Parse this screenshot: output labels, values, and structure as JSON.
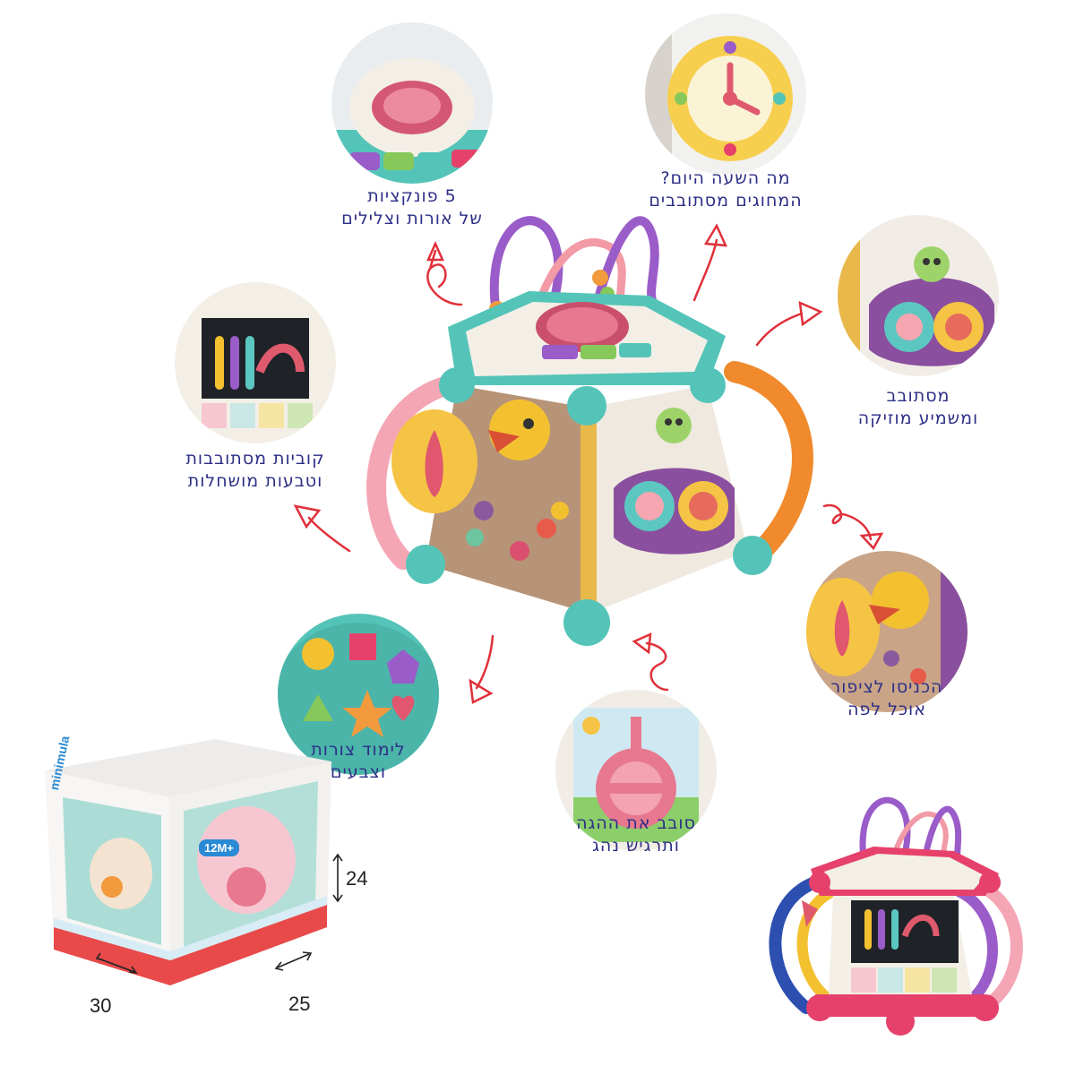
{
  "features": [
    {
      "id": "lights",
      "lines": [
        "5 פונקציות",
        "של אורות וצלילים"
      ]
    },
    {
      "id": "clock",
      "lines": [
        "מה השעה היום?",
        "המחוגים מסתובבים"
      ]
    },
    {
      "id": "beads",
      "lines": [
        "קוביות מסתובבות",
        "וטבעות מושחלות"
      ]
    },
    {
      "id": "music",
      "lines": [
        "מסתובב",
        "ומשמיע מוזיקה"
      ]
    },
    {
      "id": "bird",
      "lines": [
        "הכניסו לציפור",
        "אוכל לפה"
      ]
    },
    {
      "id": "wheel",
      "lines": [
        "סובב את ההגה",
        "ותרגיש נהג"
      ]
    },
    {
      "id": "shapes",
      "lines": [
        "לימוד צורות",
        "וצבעים"
      ]
    }
  ],
  "package": {
    "brand": "minimula",
    "age_badge": "12M+",
    "dimensions": {
      "height": "24",
      "width": "30",
      "depth": "25"
    }
  },
  "colors": {
    "caption": "#2c2f86",
    "arrow": "#e0303a",
    "teal": "#4fc2b5",
    "pink": "#e6416b"
  }
}
